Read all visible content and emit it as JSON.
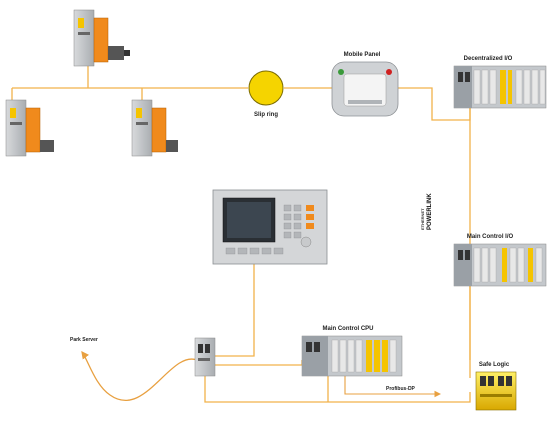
{
  "labels": {
    "slip_ring": "Slip ring",
    "mobile_panel": "Mobile Panel",
    "decentralized_io": "Decentralized I/O",
    "main_control_io": "Main Control I/O",
    "main_control_cpu": "Main Control CPU",
    "park_server": "Park Server",
    "profibus_dp": "Profibus-DP",
    "safe_logic": "Safe Logic"
  },
  "powerlink": {
    "prefix": "ETHERNET",
    "name": "POWERLINK"
  },
  "colors": {
    "cable": "#f2b24a",
    "accent_yellow": "#f5c400",
    "orange": "#f08a1c",
    "device_gray": "#b8bcc0",
    "profibus_arrow": "#e8a040"
  }
}
